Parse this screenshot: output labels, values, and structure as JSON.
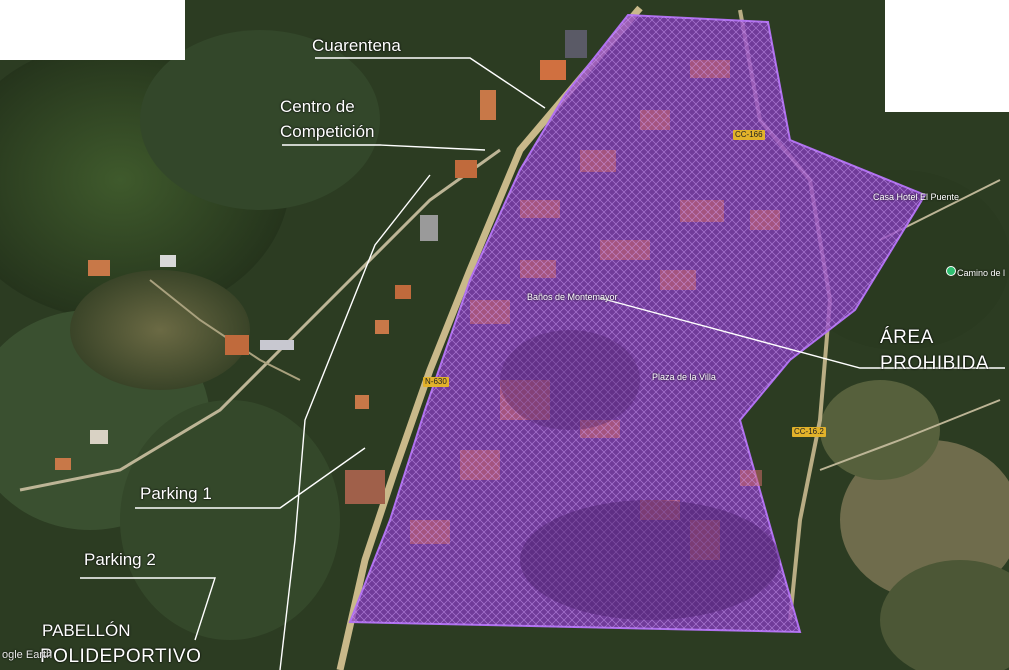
{
  "labels": {
    "cuarentena": "Cuarentena",
    "centro_line1": "Centro de",
    "centro_line2": "Competición",
    "area_line1": "ÁREA",
    "area_line2": "PROHIBIDA",
    "parking1": "Parking 1",
    "parking2": "Parking 2",
    "pabellon_line1": "PABELLÓN",
    "pabellon_line2": "POLIDEPORTIVO"
  },
  "map_text": {
    "watermark": "ogle Earth",
    "place_puente": "Casa Hotel El Puente",
    "place_camino": "Camino de l",
    "place_banos": "Baños de Montemayor",
    "place_plaza": "Plaza de la Villa",
    "road_cc162": "CC-16.2",
    "road_n630": "N-630",
    "road_cc166": "CC-166"
  },
  "colors": {
    "forbidden_fill": "#8a3cc8",
    "forbidden_stroke": "#b070f0",
    "vegetation": "#2f3f24",
    "label_text": "#ffffff",
    "leader_line": "#ffffff",
    "road": "#c9b98a"
  },
  "icons": {
    "place_pin": "map-pin-icon"
  }
}
